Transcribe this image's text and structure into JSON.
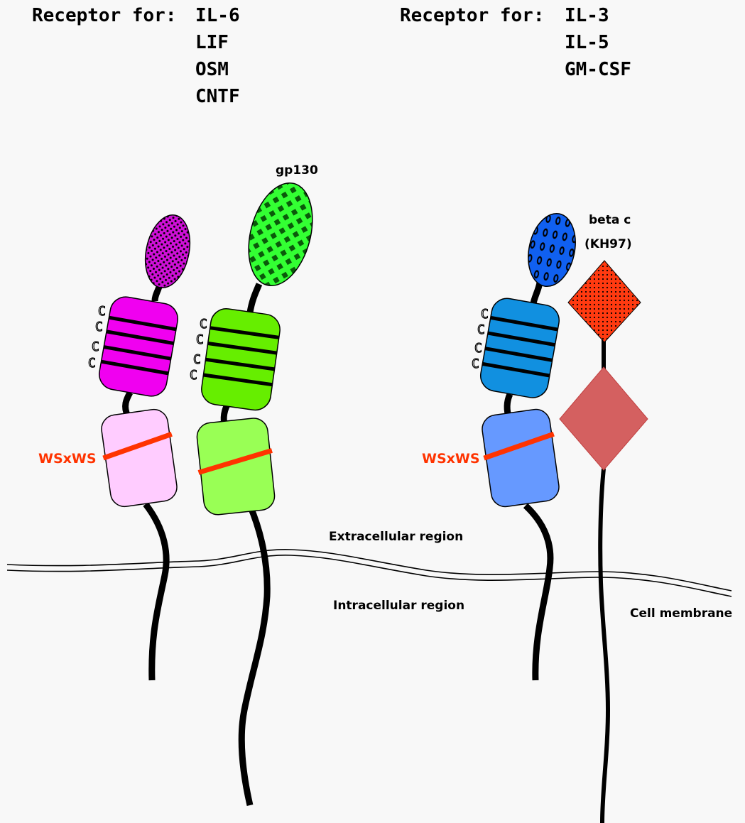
{
  "headers": {
    "left": {
      "label": "Receptor for:",
      "ligands": [
        "IL-6",
        "LIF",
        "OSM",
        "CNTF"
      ]
    },
    "right": {
      "label": "Receptor for:",
      "ligands": [
        "IL-3",
        "IL-5",
        "GM-CSF"
      ]
    }
  },
  "labels": {
    "gp130": "gp130",
    "beta_c_line1": "beta c",
    "beta_c_line2": "(KH97)",
    "wsxws_left": "WSxWS",
    "wsxws_right": "WSxWS",
    "extracellular": "Extracellular region",
    "intracellular": "Intracellular region",
    "membrane": "Cell membrane"
  },
  "cysteine_mark": "C",
  "colors": {
    "background": "#f8f8f8",
    "il6_alpha_ig": "#d010d8",
    "il6_alpha_cytokine": "#f000f0",
    "il6_alpha_fn3": "#ffccff",
    "gp130_ig": "#33ff33",
    "gp130_cytokine": "#66ee00",
    "gp130_fn3": "#99ff55",
    "il3_alpha_ig": "#1060f0",
    "il3_alpha_cytokine": "#1190e0",
    "il3_alpha_fn3": "#6699ff",
    "beta_c_top": "#ff3a10",
    "beta_c_bottom": "#d46060",
    "wsxws": "#ff3300",
    "ink": "#000000"
  }
}
